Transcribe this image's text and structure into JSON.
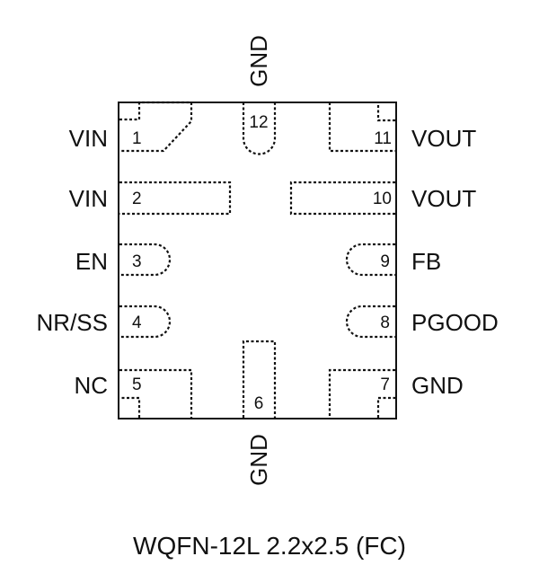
{
  "package": {
    "caption": "WQFN-12L 2.2x2.5 (FC)",
    "line_color": "#111111",
    "background": "#ffffff"
  },
  "pins": [
    {
      "number": "1",
      "name": "VIN"
    },
    {
      "number": "2",
      "name": "VIN"
    },
    {
      "number": "3",
      "name": "EN"
    },
    {
      "number": "4",
      "name": "NR/SS"
    },
    {
      "number": "5",
      "name": "NC"
    },
    {
      "number": "6",
      "name": "GND"
    },
    {
      "number": "7",
      "name": "GND"
    },
    {
      "number": "8",
      "name": "PGOOD"
    },
    {
      "number": "9",
      "name": "FB"
    },
    {
      "number": "10",
      "name": "VOUT"
    },
    {
      "number": "11",
      "name": "VOUT"
    },
    {
      "number": "12",
      "name": "GND"
    }
  ]
}
